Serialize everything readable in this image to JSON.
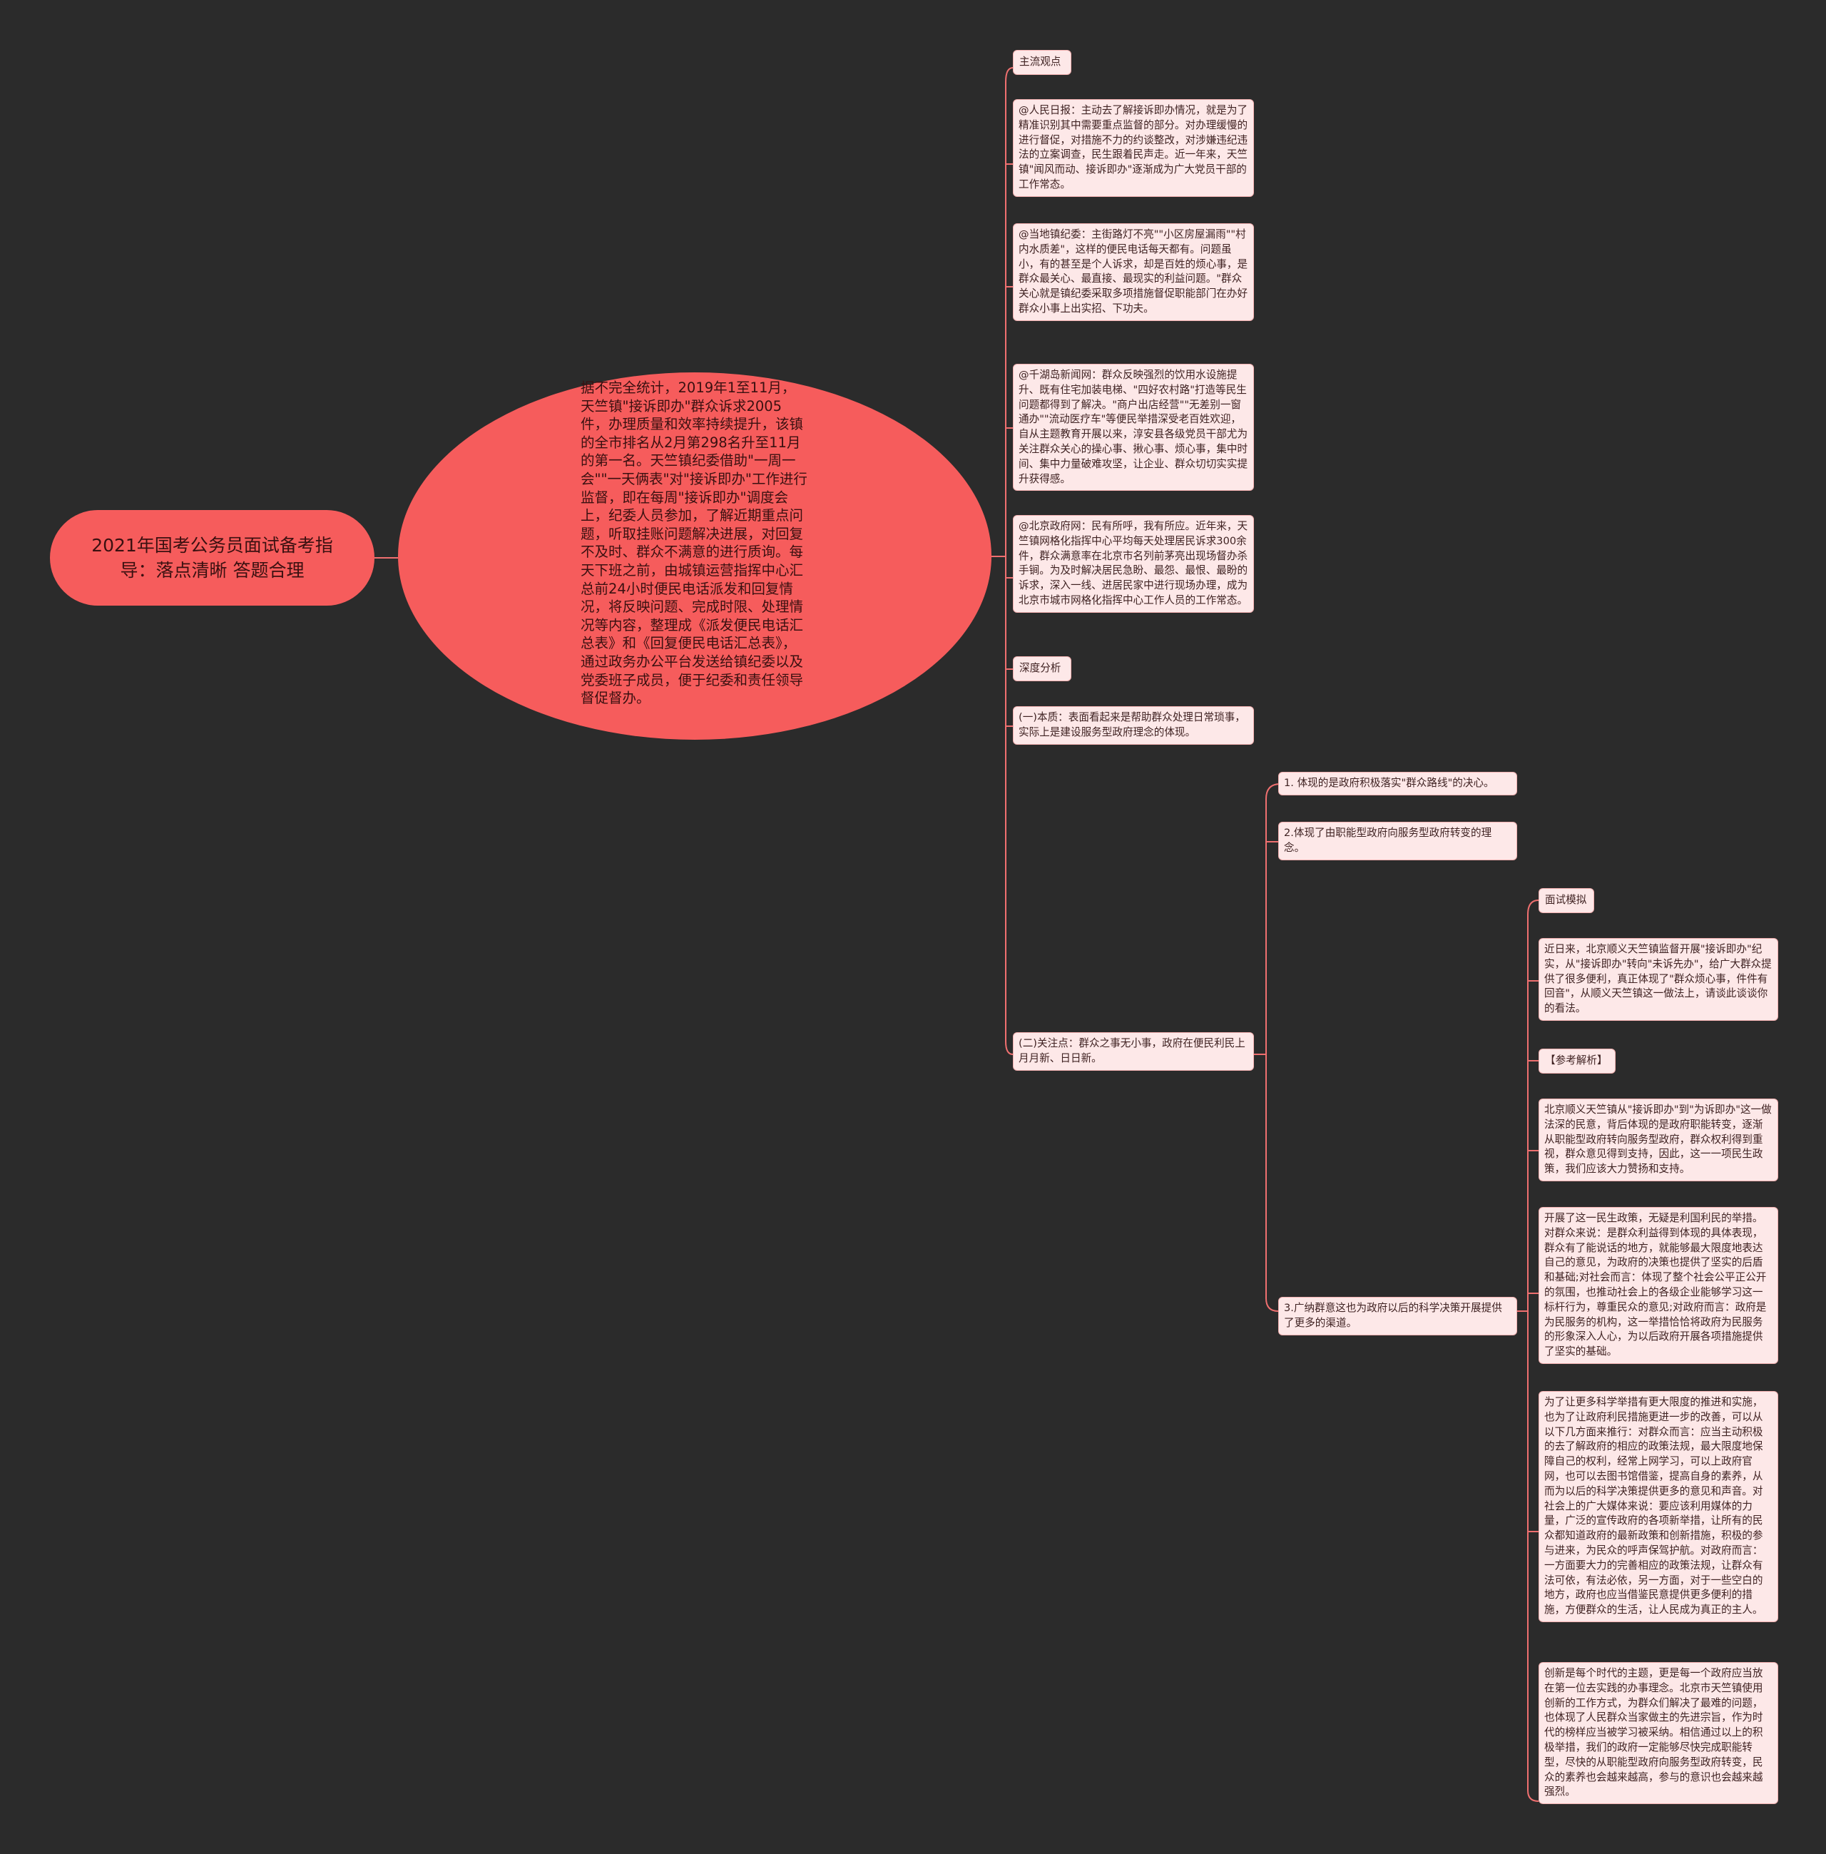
{
  "root": {
    "title": "2021年国考公务员面试备考指导：落点清晰 答题合理"
  },
  "main_topic": {
    "text": "据不完全统计，2019年1至11月，天竺镇\"接诉即办\"群众诉求2005件，办理质量和效率持续提升，该镇的全市排名从2月第298名升至11月的第一名。天竺镇纪委借助\"一周一会\"\"一天俩表\"对\"接诉即办\"工作进行监督，即在每周\"接诉即办\"调度会上，纪委人员参加，了解近期重点问题，听取挂账问题解决进展，对回复不及时、群众不满意的进行质询。每天下班之前，由城镇运营指挥中心汇总前24小时便民电话派发和回复情况，将反映问题、完成时限、处理情况等内容，整理成《派发便民电话汇总表》和《回复便民电话汇总表》，通过政务办公平台发送给镇纪委以及党委班子成员，便于纪委和责任领导督促督办。"
  },
  "branches": {
    "mainstream_label": "主流观点",
    "people_daily": "@人民日报：主动去了解接诉即办情况，就是为了精准识别其中需要重点监督的部分。对办理缓慢的进行督促，对措施不力的约谈整改，对涉嫌违纪违法的立案调查，民生跟着民声走。近一年来，天竺镇\"闻风而动、接诉即办\"逐渐成为广大党员干部的工作常态。",
    "local_commission": "@当地镇纪委：主街路灯不亮\"\"小区房屋漏雨\"\"村内水质差\"，这样的便民电话每天都有。问题虽小，有的甚至是个人诉求，却是百姓的烦心事，是群众最关心、最直接、最现实的利益问题。\"群众关心就是镇纪委采取多项措施督促职能部门在办好群众小事上出实招、下功夫。",
    "qiandaohu_news": "@千湖岛新闻网：群众反映强烈的饮用水设施提升、既有住宅加装电梯、\"四好农村路\"打造等民生问题都得到了解决。\"商户出店经营\"\"无差别一窗通办\"\"流动医疗车\"等便民举措深受老百姓欢迎，自从主题教育开展以来，淳安县各级党员干部尤为关注群众关心的操心事、揪心事、烦心事，集中时间、集中力量破难攻坚，让企业、群众切切实实提升获得感。",
    "beijing_gov": "@北京政府网：民有所呼，我有所应。近年来，天竺镇网格化指挥中心平均每天处理居民诉求300余件，群众满意率在北京市名列前茅亮出现场督办杀手锏。为及时解决居民急盼、最怨、最恨、最盼的诉求，深入一线、进居民家中进行现场办理，成为北京市城市网格化指挥中心工作人员的工作常态。",
    "deep_label": "深度分析",
    "essence": "(一)本质：表面看起来是帮助群众处理日常琐事，实际上是建设服务型政府理念的体现。",
    "focus": "(二)关注点：群众之事无小事，政府在便民利民上月月新、日日新。",
    "focus_1": "1. 体现的是政府积极落实\"群众路线\"的决心。",
    "focus_2": "2.体现了由职能型政府向服务型政府转变的理念。",
    "focus_3": "3.广纳群意这也为政府以后的科学决策开展提供了更多的渠道。",
    "interview_label": "面试模拟",
    "interview_question": "近日来，北京顺义天竺镇监督开展\"接诉即办\"纪实，从\"接诉即办\"转向\"未诉先办\"，给广大群众提供了很多便利，真正体现了\"群众烦心事，件件有回音\"，从顺义天竺镇这一做法上，请谈此谈谈你的看法。",
    "ref_label": "【参考解析】",
    "ref_1": "北京顺义天竺镇从\"接诉即办\"到\"为诉即办\"这一做法深的民意，背后体现的是政府职能转变，逐渐从职能型政府转向服务型政府，群众权利得到重视，群众意见得到支持，因此，这一一项民生政策，我们应该大力赞扬和支持。",
    "ref_2": "开展了这一民生政策，无疑是利国利民的举措。对群众来说：是群众利益得到体现的具体表现，群众有了能说话的地方，就能够最大限度地表达自己的意见，为政府的决策也提供了坚实的后盾和基础;对社会而言：体现了整个社会公平正公开的氛围，也推动社会上的各级企业能够学习这一标杆行为，尊重民众的意见;对政府而言：政府是为民服务的机构，这一举措恰恰将政府为民服务的形象深入人心，为以后政府开展各项措施提供了坚实的基础。",
    "ref_3": "为了让更多科学举措有更大限度的推进和实施，也为了让政府利民措施更进一步的改善，可以从以下几方面来推行：对群众而言：应当主动积极的去了解政府的相应的政策法规，最大限度地保障自己的权利，经常上网学习，可以上政府官网，也可以去图书馆借鉴，提高自身的素养，从而为以后的科学决策提供更多的意见和声音。对社会上的广大媒体来说：要应该利用媒体的力量，广泛的宣传政府的各项新举措，让所有的民众都知道政府的最新政策和创新措施，积极的参与进来，为民众的呼声保驾护航。对政府而言：一方面要大力的完善相应的政策法规，让群众有法可依，有法必依，另一方面，对于一些空白的地方，政府也应当借鉴民意提供更多便利的措施，方便群众的生活，让人民成为真正的主人。",
    "ref_4": "创新是每个时代的主题，更是每一个政府应当放在第一位去实践的办事理念。北京市天竺镇使用创新的工作方式，为群众们解决了最难的问题，也体现了人民群众当家做主的先进宗旨，作为时代的榜样应当被学习被采纳。相信通过以上的积极举措，我们的政府一定能够尽快完成职能转型，尽快的从职能型政府向服务型政府转变，民众的素养也会越来越高，参与的意识也会越来越强烈。"
  },
  "colors": {
    "background": "#2b2b2b",
    "topic": "#f65c5c",
    "node": "#fde8e8",
    "line": "#f07070"
  }
}
